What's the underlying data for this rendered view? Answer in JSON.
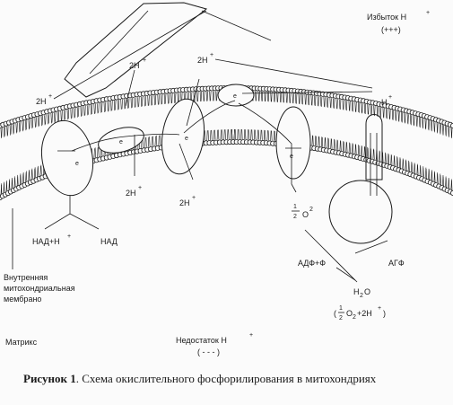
{
  "labels": {
    "excess": "Избыток  H",
    "excess_sup": "+",
    "excess_signs": "(+++)",
    "h_2h_a": "2H",
    "h_2h_b": "2H",
    "h_2h_c": "2H",
    "h_2h_d": "2H",
    "h_2h_e": "2H",
    "h_plus": "+",
    "h_right": "H",
    "electron": "e",
    "nadh": "НАД+Н",
    "nad": "НАД",
    "half_o2": "O",
    "half_o2_sup": "2",
    "half_num": "1",
    "half_den": "2",
    "adp": "АДФ+Ф",
    "atp": "АГФ",
    "water": "H",
    "water_sub": "2",
    "water_o": "O",
    "eq_open": "(",
    "eq_o": "O",
    "eq_sub": "2",
    "eq_plus": "+2H",
    "eq_close": ")",
    "membrane_1": "Внутренняя",
    "membrane_2": "митохондриальная",
    "membrane_3": "мембрано",
    "deficit": "Недостаток  H",
    "deficit_signs": "( - - - )",
    "matrix": "Матрикс"
  },
  "caption": {
    "number": "Рисунок 1",
    "text": ". Схема окислительного фосфорилирования в митохондриях"
  }
}
